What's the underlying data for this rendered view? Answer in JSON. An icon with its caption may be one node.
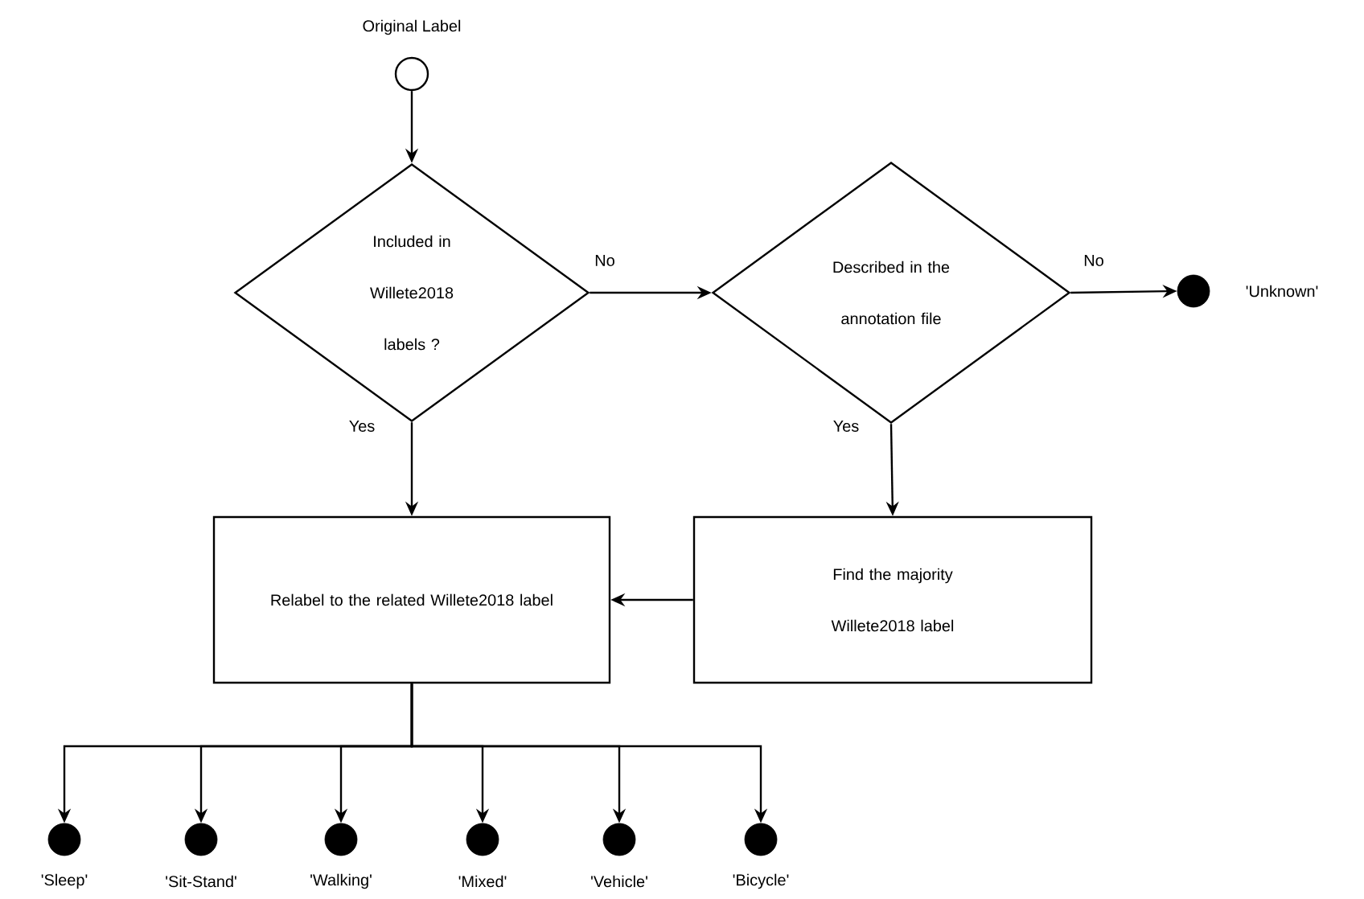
{
  "diagram": {
    "nodes": [
      {
        "text": [],
        "shape": "circle",
        "beside": [
          "Original Label"
        ]
      },
      {
        "text": [
          "Included in Willete2018 labels ?"
        ]
      },
      {
        "text": [
          "Described in the annotation file"
        ]
      },
      {
        "text": [],
        "shape": "dot",
        "beside": [
          "'Unknown'"
        ]
      },
      {
        "text": [
          "Relabel to the related Willete2018 label"
        ]
      },
      {
        "text": [
          "Find the majority Willete2018 label"
        ]
      },
      {
        "text": [],
        "shape": "dot",
        "beside": [
          "'Sleep'"
        ]
      },
      {
        "text": [],
        "shape": "dot",
        "beside": [
          "'Sit-Stand'"
        ]
      },
      {
        "text": [],
        "shape": "dot",
        "beside": [
          "'Walking'"
        ]
      },
      {
        "text": [],
        "shape": "dot",
        "beside": [
          "'Mixed'"
        ]
      },
      {
        "text": [],
        "shape": "dot",
        "beside": [
          "'Vehicle'"
        ]
      },
      {
        "text": [],
        "shape": "dot",
        "beside": [
          "'Bicycle'"
        ]
      }
    ],
    "edges": [
      {
        "from": 0,
        "to": 1,
        "arrow": "to"
      },
      {
        "from": 1,
        "to": 2,
        "arrow": "to",
        "label": "No"
      },
      {
        "from": 2,
        "to": 3,
        "arrow": "to",
        "label": "No"
      },
      {
        "from": 1,
        "to": 4,
        "arrow": "to",
        "label": "Yes"
      },
      {
        "from": 2,
        "to": 5,
        "arrow": "to",
        "label": "Yes"
      },
      {
        "from": 5,
        "to": 4,
        "arrow": "to"
      },
      {
        "from": 4,
        "to": 6,
        "arrow": "to"
      },
      {
        "from": 4,
        "to": 7,
        "arrow": "to"
      },
      {
        "from": 4,
        "to": 8,
        "arrow": "to"
      },
      {
        "from": 4,
        "to": 9,
        "arrow": "to"
      },
      {
        "from": 4,
        "to": 10,
        "arrow": "to"
      },
      {
        "from": 4,
        "to": 11,
        "arrow": "to"
      }
    ]
  }
}
